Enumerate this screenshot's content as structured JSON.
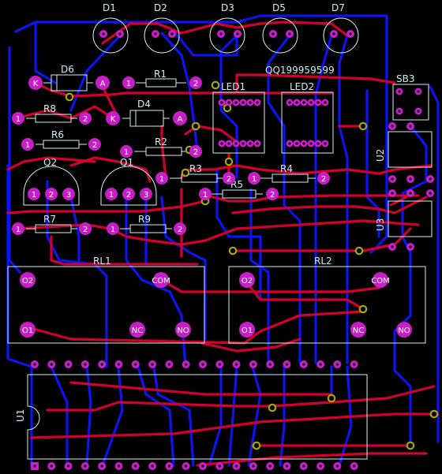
{
  "colors": {
    "background": "#000000",
    "top_copper": "#d2002d",
    "bottom_copper": "#0c14f0",
    "silkscreen": "#cfeff2",
    "pad": "#c81ec8",
    "via": "#a8a800",
    "pad_label": "#ffffff"
  },
  "board": {
    "watermark": "QQ199959599"
  },
  "components": {
    "leds": [
      "D1",
      "D2",
      "D3",
      "D5",
      "D7"
    ],
    "diodes": [
      {
        "ref": "D6",
        "k": "K",
        "a": "A"
      },
      {
        "ref": "D4",
        "k": "K",
        "a": "A"
      }
    ],
    "resistors": [
      "R1",
      "R8",
      "R6",
      "R2",
      "R3",
      "R4",
      "R5",
      "R7",
      "R9"
    ],
    "resistor_pin1": "1",
    "resistor_pin2": "2",
    "transistors": [
      "Q2",
      "Q1"
    ],
    "transistor_pins": [
      "1",
      "2",
      "3"
    ],
    "displays": [
      "LED1",
      "LED2"
    ],
    "switch": "SB3",
    "regulators": [
      "U2",
      "U3"
    ],
    "relays": [
      {
        "ref": "RL1",
        "pins": [
          "O2",
          "COM",
          "O1",
          "NC",
          "NO"
        ]
      },
      {
        "ref": "RL2",
        "pins": [
          "O2",
          "COM",
          "O1",
          "NC",
          "NO"
        ]
      }
    ],
    "ic": "U1"
  }
}
